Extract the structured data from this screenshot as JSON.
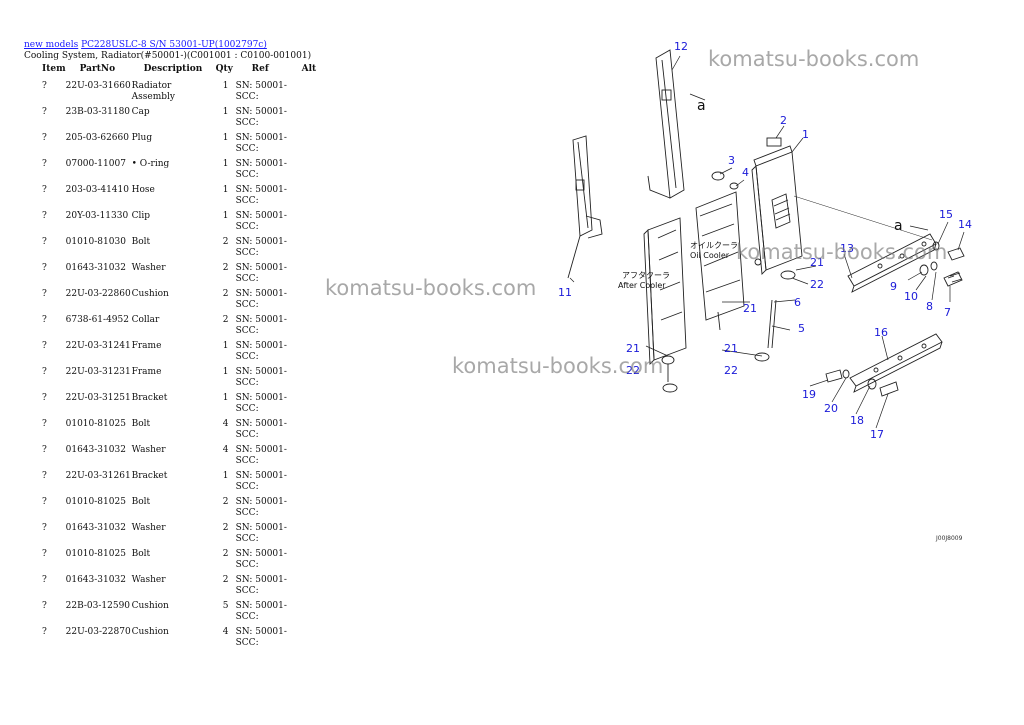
{
  "breadcrumb": {
    "link1": "new models",
    "link2": "PC228USLC-8 S/N 53001-UP(1002797c)"
  },
  "subtitle": "Cooling System, Radiator(#50001-)(C001001 : C0100-001001)",
  "table": {
    "headers": [
      "Item",
      "PartNo",
      "Description",
      "Qty",
      "Ref",
      "Alt"
    ],
    "rows": [
      {
        "item": "?",
        "partno": "22U-03-31660",
        "desc": "Radiator Assembly",
        "qty": "1",
        "ref": "SN: 50001-SCC:"
      },
      {
        "item": "?",
        "partno": "23B-03-31180",
        "desc": "Cap",
        "qty": "1",
        "ref": "SN: 50001-SCC:"
      },
      {
        "item": "?",
        "partno": "205-03-62660",
        "desc": "Plug",
        "qty": "1",
        "ref": "SN: 50001-SCC:"
      },
      {
        "item": "?",
        "partno": "07000-11007",
        "desc": "• O-ring",
        "qty": "1",
        "ref": "SN: 50001-SCC:"
      },
      {
        "item": "?",
        "partno": "203-03-41410",
        "desc": "Hose",
        "qty": "1",
        "ref": "SN: 50001-SCC:"
      },
      {
        "item": "?",
        "partno": "20Y-03-11330",
        "desc": "Clip",
        "qty": "1",
        "ref": "SN: 50001-SCC:"
      },
      {
        "item": "?",
        "partno": "01010-81030",
        "desc": "Bolt",
        "qty": "2",
        "ref": "SN: 50001-SCC:"
      },
      {
        "item": "?",
        "partno": "01643-31032",
        "desc": "Washer",
        "qty": "2",
        "ref": "SN: 50001-SCC:"
      },
      {
        "item": "?",
        "partno": "22U-03-22860",
        "desc": "Cushion",
        "qty": "2",
        "ref": "SN: 50001-SCC:"
      },
      {
        "item": "?",
        "partno": "6738-61-4952",
        "desc": "Collar",
        "qty": "2",
        "ref": "SN: 50001-SCC:"
      },
      {
        "item": "?",
        "partno": "22U-03-31241",
        "desc": "Frame",
        "qty": "1",
        "ref": "SN: 50001-SCC:"
      },
      {
        "item": "?",
        "partno": "22U-03-31231",
        "desc": "Frame",
        "qty": "1",
        "ref": "SN: 50001-SCC:"
      },
      {
        "item": "?",
        "partno": "22U-03-31251",
        "desc": "Bracket",
        "qty": "1",
        "ref": "SN: 50001-SCC:"
      },
      {
        "item": "?",
        "partno": "01010-81025",
        "desc": "Bolt",
        "qty": "4",
        "ref": "SN: 50001-SCC:"
      },
      {
        "item": "?",
        "partno": "01643-31032",
        "desc": "Washer",
        "qty": "4",
        "ref": "SN: 50001-SCC:"
      },
      {
        "item": "?",
        "partno": "22U-03-31261",
        "desc": "Bracket",
        "qty": "1",
        "ref": "SN: 50001-SCC:"
      },
      {
        "item": "?",
        "partno": "01010-81025",
        "desc": "Bolt",
        "qty": "2",
        "ref": "SN: 50001-SCC:"
      },
      {
        "item": "?",
        "partno": "01643-31032",
        "desc": "Washer",
        "qty": "2",
        "ref": "SN: 50001-SCC:"
      },
      {
        "item": "?",
        "partno": "01010-81025",
        "desc": "Bolt",
        "qty": "2",
        "ref": "SN: 50001-SCC:"
      },
      {
        "item": "?",
        "partno": "01643-31032",
        "desc": "Washer",
        "qty": "2",
        "ref": "SN: 50001-SCC:"
      },
      {
        "item": "?",
        "partno": "22B-03-12590",
        "desc": "Cushion",
        "qty": "5",
        "ref": "SN: 50001-SCC:"
      },
      {
        "item": "?",
        "partno": "22U-03-22870",
        "desc": "Cushion",
        "qty": "4",
        "ref": "SN: 50001-SCC:"
      }
    ]
  },
  "watermark": "komatsu-books.com",
  "diagram": {
    "callouts": [
      "1",
      "2",
      "3",
      "4",
      "5",
      "6",
      "7",
      "8",
      "9",
      "10",
      "11",
      "12",
      "13",
      "14",
      "15",
      "16",
      "17",
      "18",
      "19",
      "20",
      "21",
      "22"
    ],
    "label_a": "a",
    "aftercooler_jp": "アフタクーラ",
    "aftercooler_en": "After Cooler",
    "oilcooler_jp": "オイルクーラ",
    "oilcooler_en": "Oil Cooler",
    "drawing_code": "J00J8009"
  },
  "colors": {
    "link": "#1a1aff",
    "callout": "#1a1ad8",
    "watermark": "#7a7a7a"
  }
}
